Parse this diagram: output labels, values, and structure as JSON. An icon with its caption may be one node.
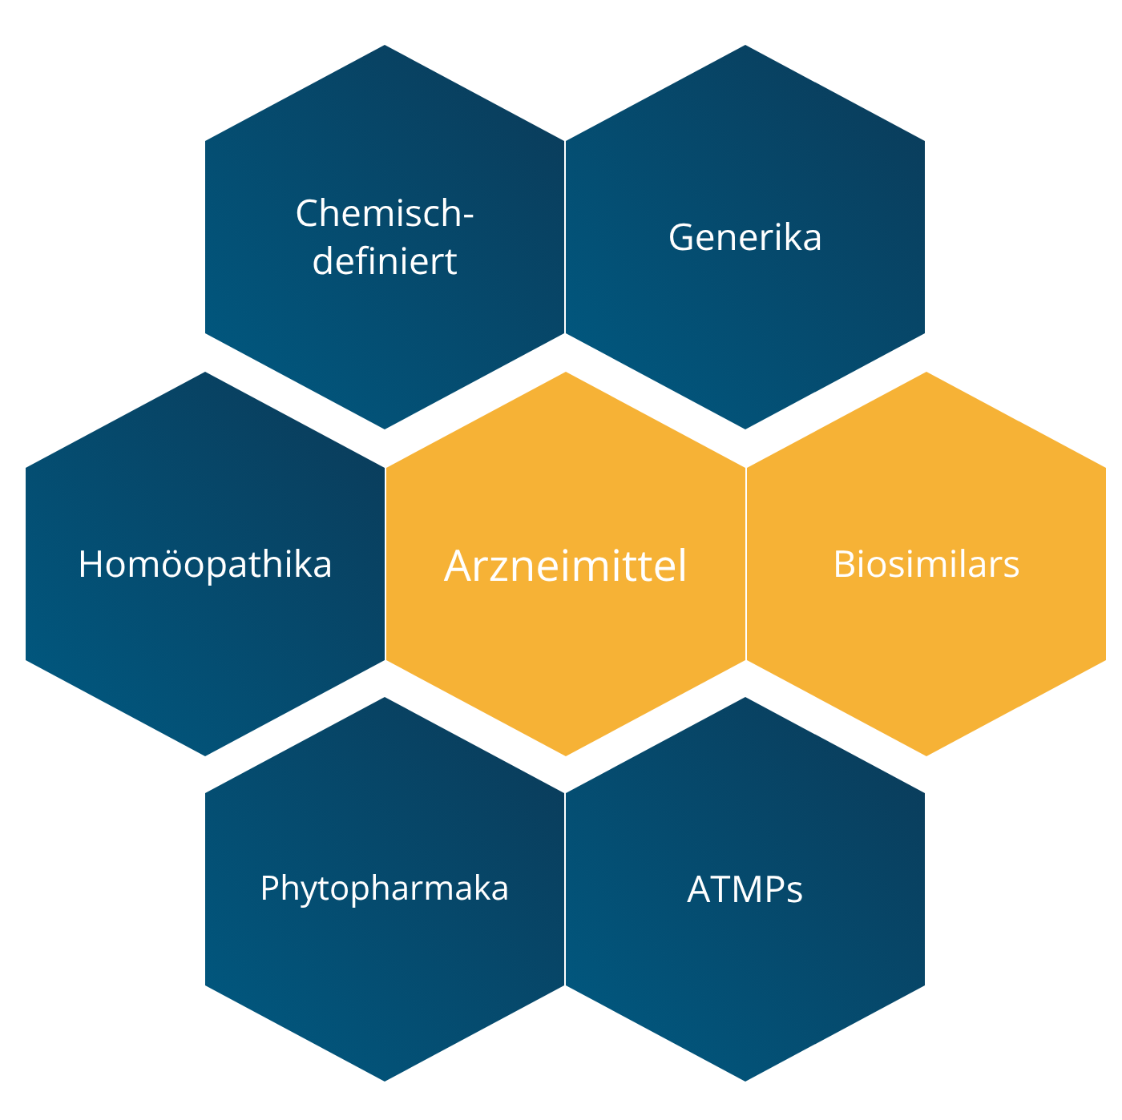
{
  "diagram": {
    "nodes": [
      {
        "text": [
          "Chemisch-definiert"
        ]
      },
      {
        "text": [
          "Generika"
        ]
      },
      {
        "text": [
          "Homöopathika"
        ]
      },
      {
        "text": [
          "Arzneimittel"
        ]
      },
      {
        "text": [
          "Biosimilars"
        ]
      },
      {
        "text": [
          "Phytopharmaka"
        ]
      },
      {
        "text": [
          "ATMPs"
        ]
      }
    ]
  }
}
